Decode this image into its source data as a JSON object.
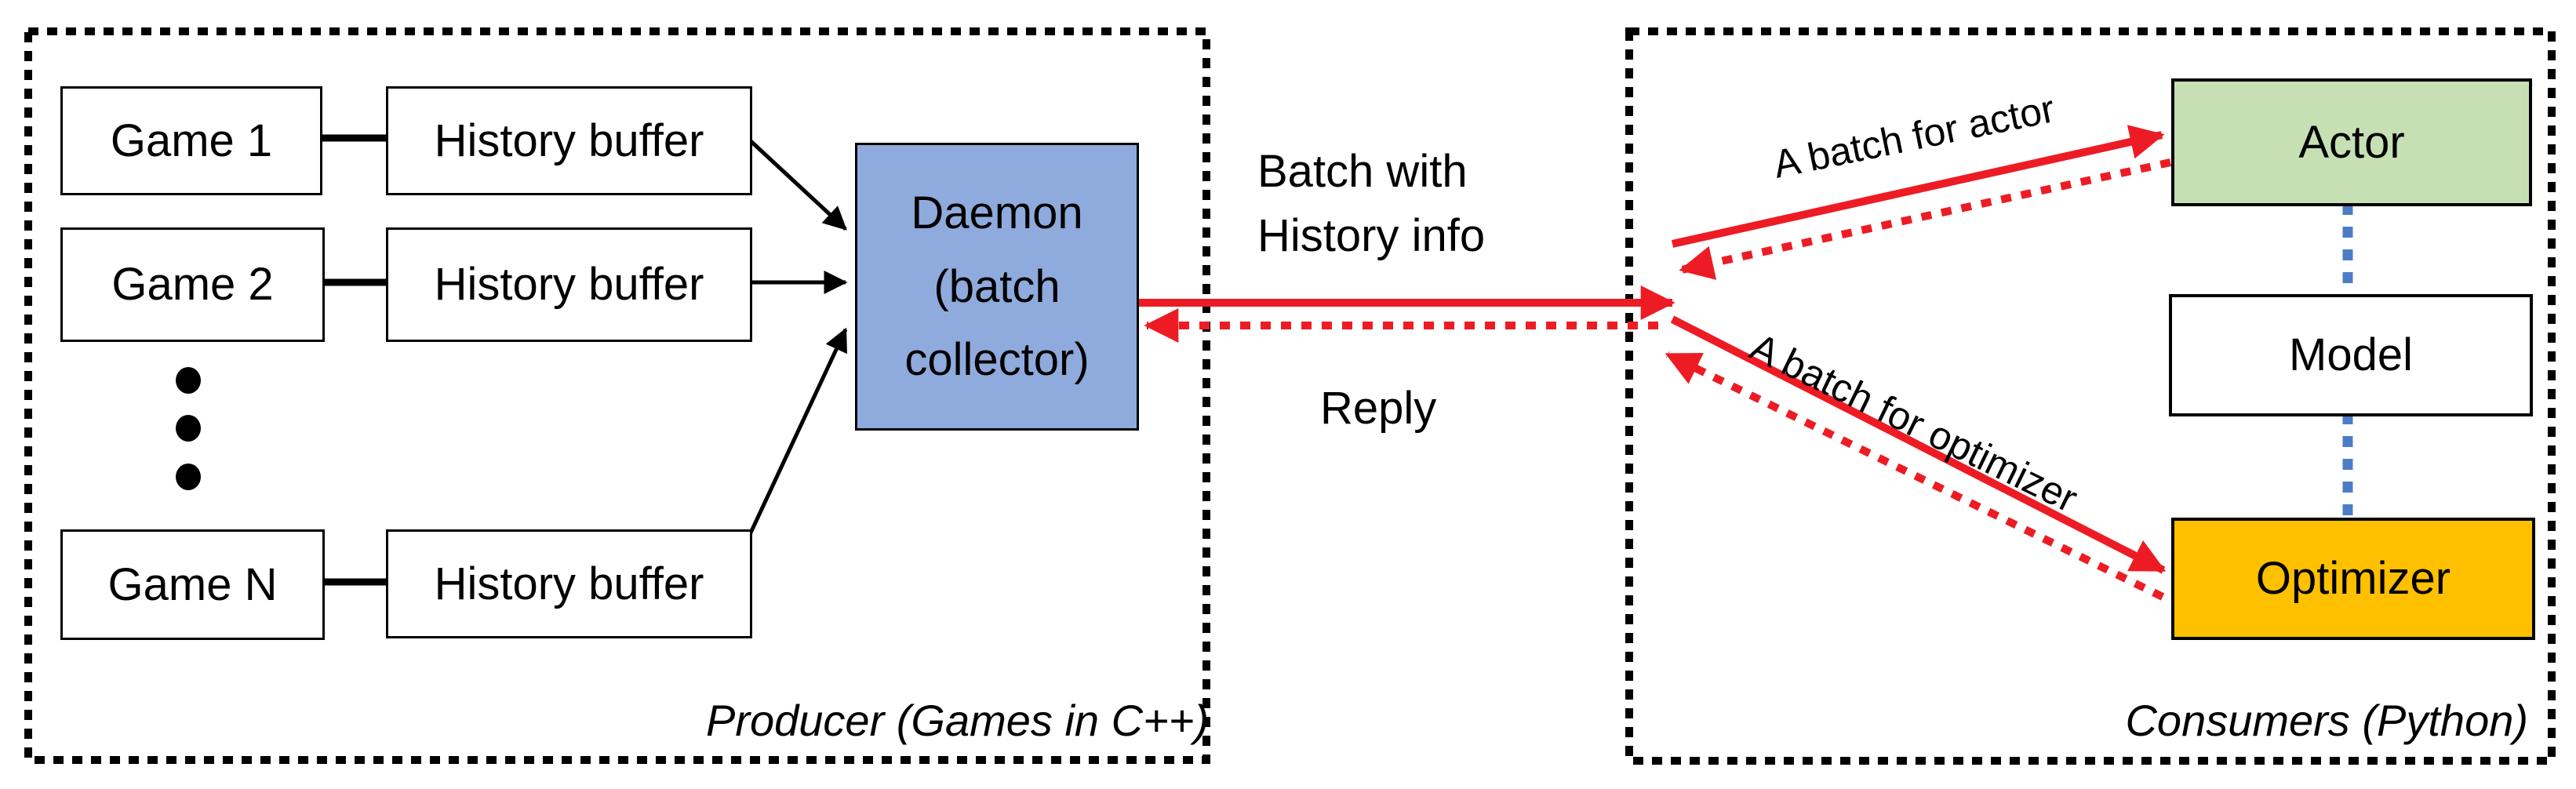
{
  "producer": {
    "label": "Producer (Games in C++)",
    "games": [
      "Game 1",
      "Game 2",
      "Game N"
    ],
    "history_buffer_label": "History buffer",
    "daemon_lines": [
      "Daemon",
      "(batch",
      "collector)"
    ]
  },
  "consumers": {
    "label": "Consumers (Python)",
    "actor_label": "Actor",
    "model_label": "Model",
    "optimizer_label": "Optimizer"
  },
  "flows": {
    "batch_line1": "Batch with",
    "batch_line2": "History info",
    "reply": "Reply",
    "batch_for_actor": "A batch for actor",
    "batch_for_optimizer": "A batch for optimizer"
  },
  "colors": {
    "red": "#ED1C24",
    "daemon_fill": "#8FAADC",
    "actor_fill": "#C6E0B4",
    "optimizer_fill": "#FFC000",
    "link_blue": "#4D7CC7"
  }
}
